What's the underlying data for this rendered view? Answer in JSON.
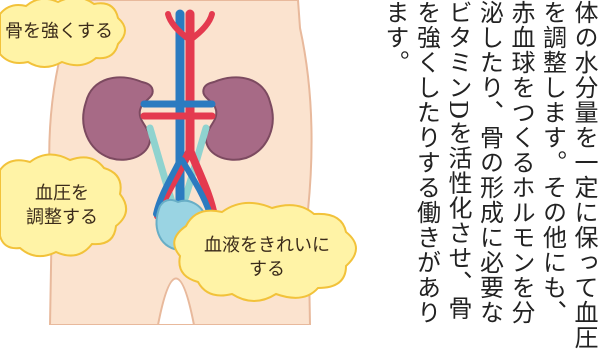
{
  "illustration": {
    "bubbles": [
      {
        "lines": [
          "骨を強くする"
        ]
      },
      {
        "lines": [
          "血圧を",
          "調整する"
        ]
      },
      {
        "lines": [
          "血液をきれいに",
          "する"
        ]
      }
    ],
    "colors": {
      "skin": "#fbe3cf",
      "skin_outline": "#e8b99c",
      "kidney": "#a76a86",
      "artery": "#e43a4f",
      "vein": "#2b7bc0",
      "ureter": "#8fd3cf",
      "bladder": "#9ad4e3",
      "bubble": "#fff3a6",
      "bubble_outline": "#f2c23a"
    }
  },
  "body_text": {
    "lines": [
      "体の水分量を一定に保って血圧",
      "を調整します。その他にも、",
      "赤血球をつくるホルモンを分",
      "泌したり、骨の形成に必要な",
      "ビタミンDを活性化させ、骨",
      "を強くしたりする働きがあり",
      "ます。"
    ]
  }
}
